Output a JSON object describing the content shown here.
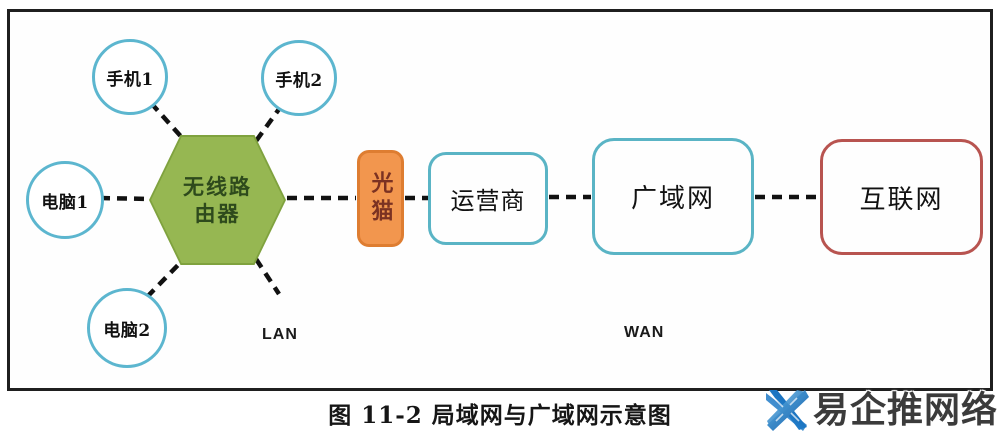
{
  "diagram": {
    "caption": "图 11-2 局域网与广域网示意图",
    "nodes": {
      "phone1": {
        "label": "手机1"
      },
      "phone2": {
        "label": "手机2"
      },
      "pc1": {
        "label": "电脑1"
      },
      "pc2": {
        "label": "电脑2"
      },
      "router": {
        "label": "无线路由器",
        "line1": "无线路",
        "line2": "由器"
      },
      "modem": {
        "label": "光猫"
      },
      "carrier": {
        "label": "运营商"
      },
      "wan": {
        "label": "广域网"
      },
      "internet": {
        "label": "互联网"
      }
    },
    "zones": {
      "lan": "LAN",
      "wan": "WAN"
    }
  },
  "colors": {
    "circle_border": "#5cb6cf",
    "hexagon_fill": "#96b752",
    "hexagon_edge": "#7fa23e",
    "hexagon_text": "#2e4a1c",
    "modem_fill": "#f2964e",
    "modem_border": "#de7d31",
    "modem_text": "#7b3222",
    "box_border_teal": "#5ab4c5",
    "box_border_red": "#b85450",
    "dash_line": "#111111",
    "frame_border": "#1f1f1f"
  },
  "watermark": {
    "text": "易企推网络",
    "logo": "crossed-blue-arrows-x-logo"
  }
}
